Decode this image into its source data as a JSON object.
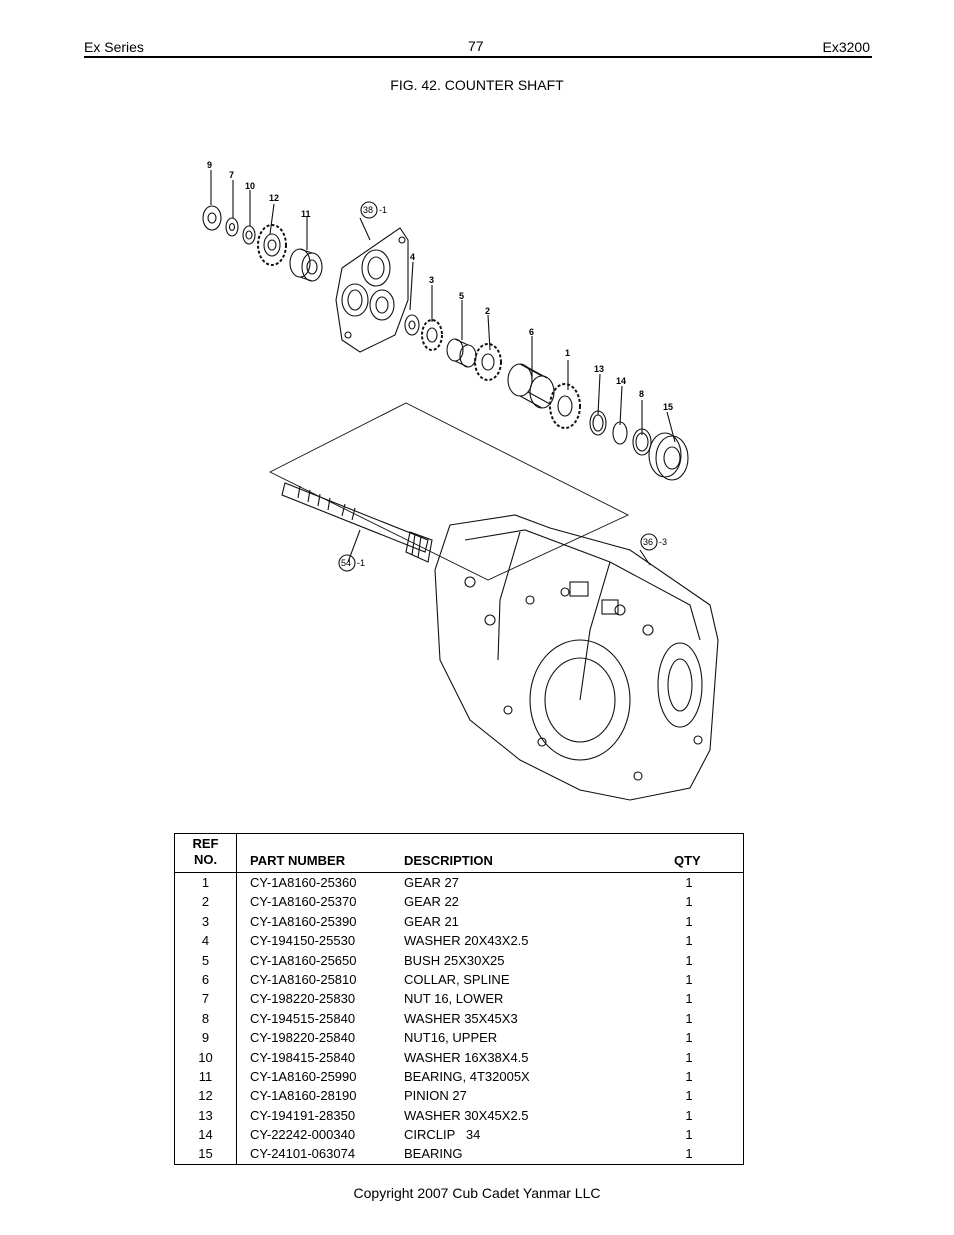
{
  "header": {
    "series": "Ex Series",
    "page": "77",
    "model": "Ex3200"
  },
  "figure": {
    "title": "FIG. 42. COUNTER SHAFT",
    "callouts": {
      "c9": "9",
      "c7": "7",
      "c10": "10",
      "c12": "12",
      "c11": "11",
      "c38": "38",
      "c38s": "-1",
      "c4": "4",
      "c3": "3",
      "c5": "5",
      "c2": "2",
      "c6": "6",
      "c1": "1",
      "c13": "13",
      "c14": "14",
      "c8": "8",
      "c15": "15",
      "c54": "54",
      "c54s": "-1",
      "c36": "36",
      "c36s": "-3"
    }
  },
  "table": {
    "headers": {
      "ref": "REF",
      "no": "NO.",
      "part_number": "PART NUMBER",
      "description": "DESCRIPTION",
      "qty": "QTY"
    },
    "rows": [
      {
        "ref": "1",
        "part_number": "CY-1A8160-25360",
        "description": "GEAR 27",
        "qty": "1"
      },
      {
        "ref": "2",
        "part_number": "CY-1A8160-25370",
        "description": "GEAR 22",
        "qty": "1"
      },
      {
        "ref": "3",
        "part_number": "CY-1A8160-25390",
        "description": "GEAR 21",
        "qty": "1"
      },
      {
        "ref": "4",
        "part_number": "CY-194150-25530",
        "description": "WASHER 20X43X2.5",
        "qty": "1"
      },
      {
        "ref": "5",
        "part_number": "CY-1A8160-25650",
        "description": "BUSH 25X30X25",
        "qty": "1"
      },
      {
        "ref": "6",
        "part_number": "CY-1A8160-25810",
        "description": "COLLAR, SPLINE",
        "qty": "1"
      },
      {
        "ref": "7",
        "part_number": "CY-198220-25830",
        "description": "NUT 16, LOWER",
        "qty": "1"
      },
      {
        "ref": "8",
        "part_number": "CY-194515-25840",
        "description": "WASHER 35X45X3",
        "qty": "1"
      },
      {
        "ref": "9",
        "part_number": "CY-198220-25840",
        "description": "NUT16, UPPER",
        "qty": "1"
      },
      {
        "ref": "10",
        "part_number": "CY-198415-25840",
        "description": "WASHER 16X38X4.5",
        "qty": "1"
      },
      {
        "ref": "11",
        "part_number": "CY-1A8160-25990",
        "description": "BEARING, 4T32005X",
        "qty": "1"
      },
      {
        "ref": "12",
        "part_number": "CY-1A8160-28190",
        "description": "PINION 27",
        "qty": "1"
      },
      {
        "ref": "13",
        "part_number": "CY-194191-28350",
        "description": "WASHER 30X45X2.5",
        "qty": "1"
      },
      {
        "ref": "14",
        "part_number": "CY-22242-000340",
        "description": "CIRCLIP   34",
        "qty": "1"
      },
      {
        "ref": "15",
        "part_number": "CY-24101-063074",
        "description": "BEARING",
        "qty": "1"
      }
    ]
  },
  "footer": {
    "copyright": "Copyright 2007 Cub Cadet Yanmar LLC"
  }
}
